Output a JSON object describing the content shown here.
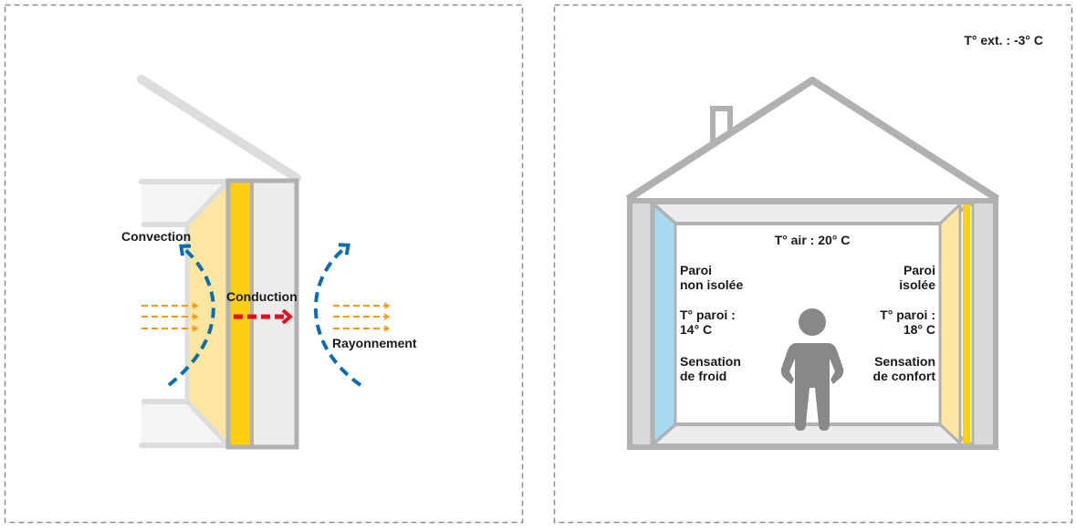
{
  "left_panel": {
    "labels": {
      "convection": "Convection",
      "conduction": "Conduction",
      "radiation": "Rayonnement"
    }
  },
  "right_panel": {
    "exterior_temp": "T° ext. : -3° C",
    "air_temp": "T° air : 20° C",
    "left_wall": {
      "line1": "Paroi",
      "line2": "non isolée",
      "temp_line1": "T° paroi :",
      "temp_line2": "14° C",
      "feel_line1": "Sensation",
      "feel_line2": "de froid"
    },
    "right_wall": {
      "line1": "Paroi",
      "line2": "isolée",
      "temp_line1": "T° paroi :",
      "temp_line2": "18° C",
      "feel_line1": "Sensation",
      "feel_line2": "de confort"
    }
  },
  "colors": {
    "insulation": "#fccf12",
    "warm_surface": "#fde7a0",
    "cold_surface": "#a6daf2",
    "heat_arrow": "#f39a10",
    "conduction_arrow": "#e30d1f",
    "air_flow": "#0a6db0",
    "wall_gray": "#b0b1b3"
  }
}
